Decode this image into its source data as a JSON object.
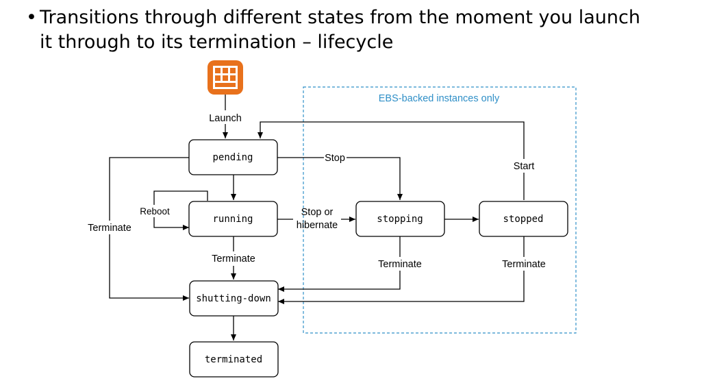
{
  "heading": {
    "bullet": "•",
    "line1": "Transitions through different states from the moment you launch",
    "line2": "it through to its termination – lifecycle"
  },
  "diagram": {
    "states": {
      "pending": "pending",
      "running": "running",
      "stopping": "stopping",
      "stopped": "stopped",
      "shutting_down": "shutting-down",
      "terminated": "terminated"
    },
    "edges": {
      "launch": "Launch",
      "stop": "Stop",
      "start": "Start",
      "reboot": "Reboot",
      "stop_or_hibernate_1": "Stop or",
      "stop_or_hibernate_2": "hibernate",
      "terminate_left": "Terminate",
      "terminate_running": "Terminate",
      "terminate_stopping": "Terminate",
      "terminate_stopped": "Terminate"
    },
    "ebs_region_label": "EBS-backed instances only",
    "icon": "ec2-instance-icon",
    "colors": {
      "icon_accent": "#e8711c",
      "ebs_region": "#2f8fc7"
    }
  }
}
